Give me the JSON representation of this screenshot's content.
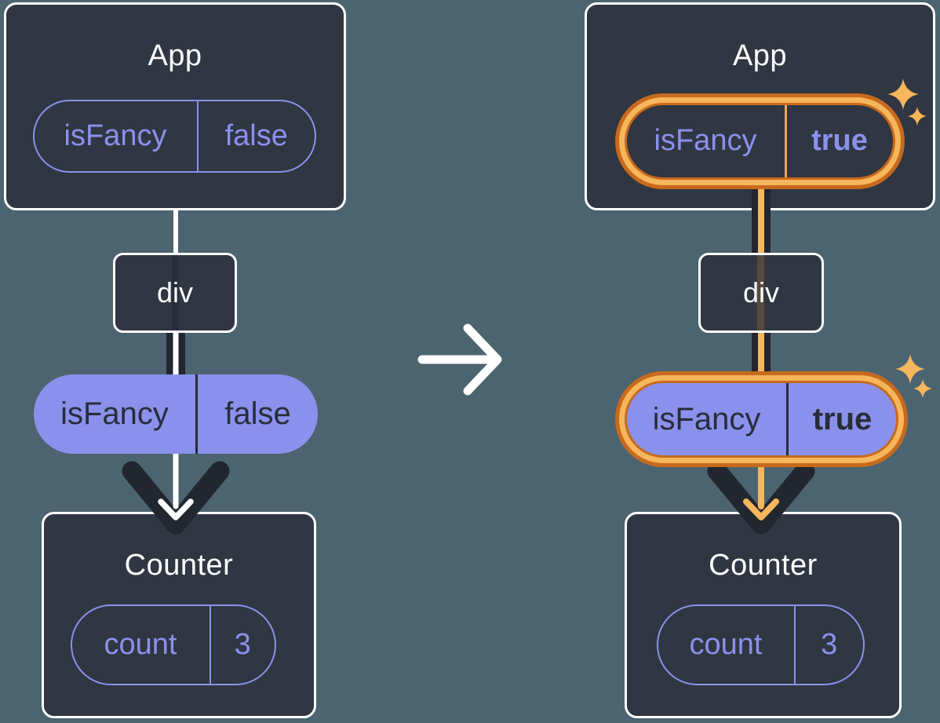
{
  "colors": {
    "background": "#4C6470",
    "box_fill": "#303642",
    "box_border": "#FFFFFF",
    "accent_purple": "#8A91EC",
    "dark_text": "#282D39",
    "dark_arrow": "#22262F",
    "highlight_orange_dark": "#C76A1D",
    "highlight_orange_light": "#F6B65B"
  },
  "before": {
    "app": {
      "title": "App",
      "prop": {
        "name": "isFancy",
        "value": "false"
      }
    },
    "div": {
      "label": "div"
    },
    "passed_prop": {
      "name": "isFancy",
      "value": "false"
    },
    "counter": {
      "title": "Counter",
      "state": {
        "name": "count",
        "value": "3"
      }
    }
  },
  "after": {
    "app": {
      "title": "App",
      "prop": {
        "name": "isFancy",
        "value": "true"
      }
    },
    "div": {
      "label": "div"
    },
    "passed_prop": {
      "name": "isFancy",
      "value": "true"
    },
    "counter": {
      "title": "Counter",
      "state": {
        "name": "count",
        "value": "3"
      }
    }
  }
}
